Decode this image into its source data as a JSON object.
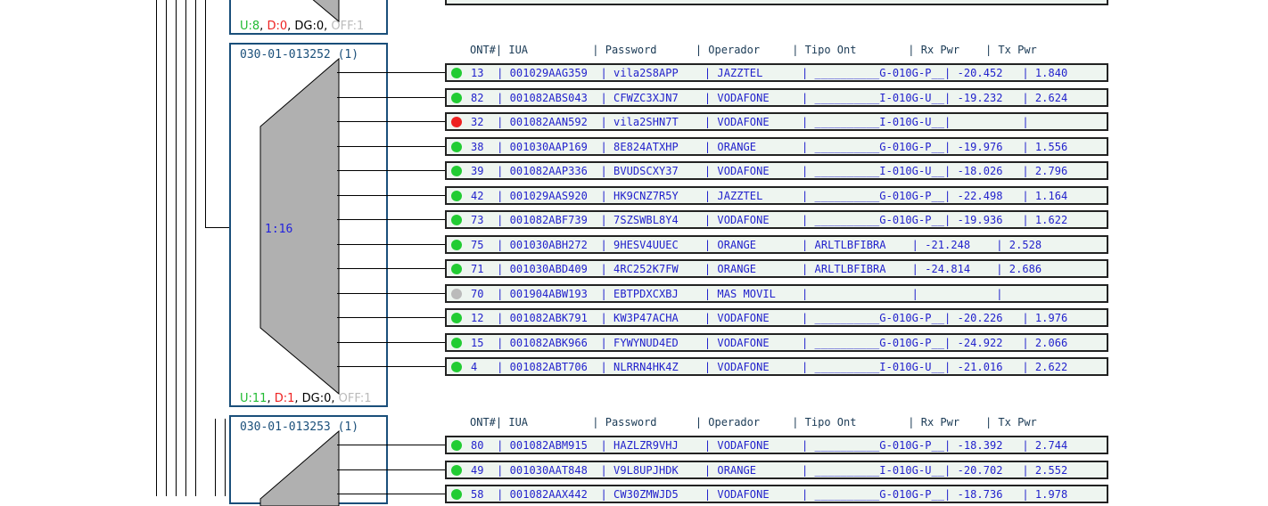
{
  "header": {
    "cols": "ONT#| IUA          | Password      | Operador     | Tipo Ont        | Rx Pwr    | Tx Pwr"
  },
  "prev_splitter": {
    "stats": {
      "u": "U:8",
      "d": "D:0",
      "dg": "DG:0",
      "off": "OFF:1"
    }
  },
  "splitters": [
    {
      "title": "030-01-013252 (1)",
      "ratio": "1:16",
      "stats": {
        "u": "U:11",
        "d": "D:1",
        "dg": "DG:0",
        "off": "OFF:1"
      },
      "rows": [
        {
          "status": "up",
          "text": "13  | 001029AAG359  | vila2S8APP    | JAZZTEL      | __________G-010G-P__| -20.452   | 1.840"
        },
        {
          "status": "up",
          "text": "82  | 001082ABS043  | CFWZC3XJN7    | VODAFONE     | __________I-010G-U__| -19.232   | 2.624"
        },
        {
          "status": "down",
          "text": "32  | 001082AAN592  | vila2SHN7T    | VODAFONE     | __________I-010G-U__|           |"
        },
        {
          "status": "up",
          "text": "38  | 001030AAP169  | 8E824ATXHP    | ORANGE       | __________G-010G-P__| -19.976   | 1.556"
        },
        {
          "status": "up",
          "text": "39  | 001082AAP336  | BVUDSCXY37    | VODAFONE     | __________I-010G-U__| -18.026   | 2.796"
        },
        {
          "status": "up",
          "text": "42  | 001029AAS920  | HK9CNZ7R5Y    | JAZZTEL      | __________G-010G-P__| -22.498   | 1.164"
        },
        {
          "status": "up",
          "text": "73  | 001082ABF739  | 7SZSWBL8Y4    | VODAFONE     | __________G-010G-P__| -19.936   | 1.622"
        },
        {
          "status": "up",
          "text": "75  | 001030ABH272  | 9HESV4UUEC    | ORANGE       | ARLTLBFIBRA    | -21.248    | 2.528"
        },
        {
          "status": "up",
          "text": "71  | 001030ABD409  | 4RC252K7FW    | ORANGE       | ARLTLBFIBRA    | -24.814    | 2.686"
        },
        {
          "status": "off",
          "text": "70  | 001904ABW193  | EBTPDXCXBJ    | MAS MOVIL    |                |            |"
        },
        {
          "status": "up",
          "text": "12  | 001082ABK791  | KW3P47ACHA    | VODAFONE     | __________G-010G-P__| -20.226   | 1.976"
        },
        {
          "status": "up",
          "text": "15  | 001082ABK966  | FYWYNUD4ED    | VODAFONE     | __________G-010G-P__| -24.922   | 2.066"
        },
        {
          "status": "up",
          "text": "4   | 001082ABT706  | NLRRN4HK4Z    | VODAFONE     | __________I-010G-U__| -21.016   | 2.622"
        }
      ]
    },
    {
      "title": "030-01-013253 (1)",
      "rows": [
        {
          "status": "up",
          "text": "80  | 001082ABM915  | HAZLZR9VHJ    | VODAFONE     | __________G-010G-P__| -18.392   | 2.744"
        },
        {
          "status": "up",
          "text": "49  | 001030AAT848  | V9L8UPJHDK    | ORANGE       | __________I-010G-U__| -20.702   | 2.552"
        },
        {
          "status": "up",
          "text": "58  | 001082AAX442  | CW30ZMWJD5    | VODAFONE     | __________G-010G-P__| -18.736   | 1.978"
        }
      ]
    }
  ]
}
